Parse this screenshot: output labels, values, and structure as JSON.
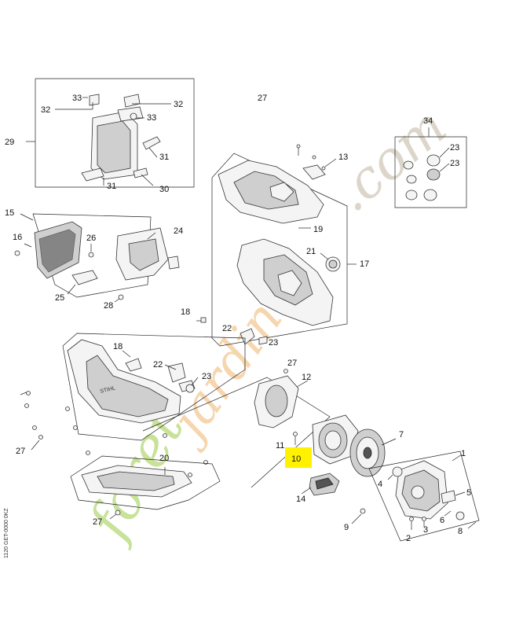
{
  "watermark": {
    "text": "foretjardin.com",
    "colors": {
      "foret": "#c2df8e",
      "jardin": "#f5d2a6",
      "com": "#d8d2c4"
    }
  },
  "highlight_color": "#fff200",
  "highlighted_callout": "10",
  "callouts": {
    "c1": "1",
    "c2": "2",
    "c3": "3",
    "c4": "4",
    "c5": "5",
    "c6": "6",
    "c7": "7",
    "c8": "8",
    "c9": "9",
    "c10": "10",
    "c11": "11",
    "c12": "12",
    "c13": "13",
    "c14": "14",
    "c15": "15",
    "c16": "16",
    "c17": "17",
    "c18a": "18",
    "c18b": "18",
    "c19": "19",
    "c20": "20",
    "c21": "21",
    "c22a": "22",
    "c22b": "22",
    "c23a": "23",
    "c23b": "23",
    "c23c": "23",
    "c23d": "23",
    "c24": "24",
    "c25": "25",
    "c26": "26",
    "c27a": "27",
    "c27b": "27",
    "c27c": "27",
    "c27d": "27",
    "c28": "28",
    "c29": "29",
    "c30": "30",
    "c31a": "31",
    "c31b": "31",
    "c32a": "32",
    "c32b": "32",
    "c33a": "33",
    "c33b": "33",
    "c34": "34"
  },
  "side_reference": "1120 GET-0000 0KZ"
}
